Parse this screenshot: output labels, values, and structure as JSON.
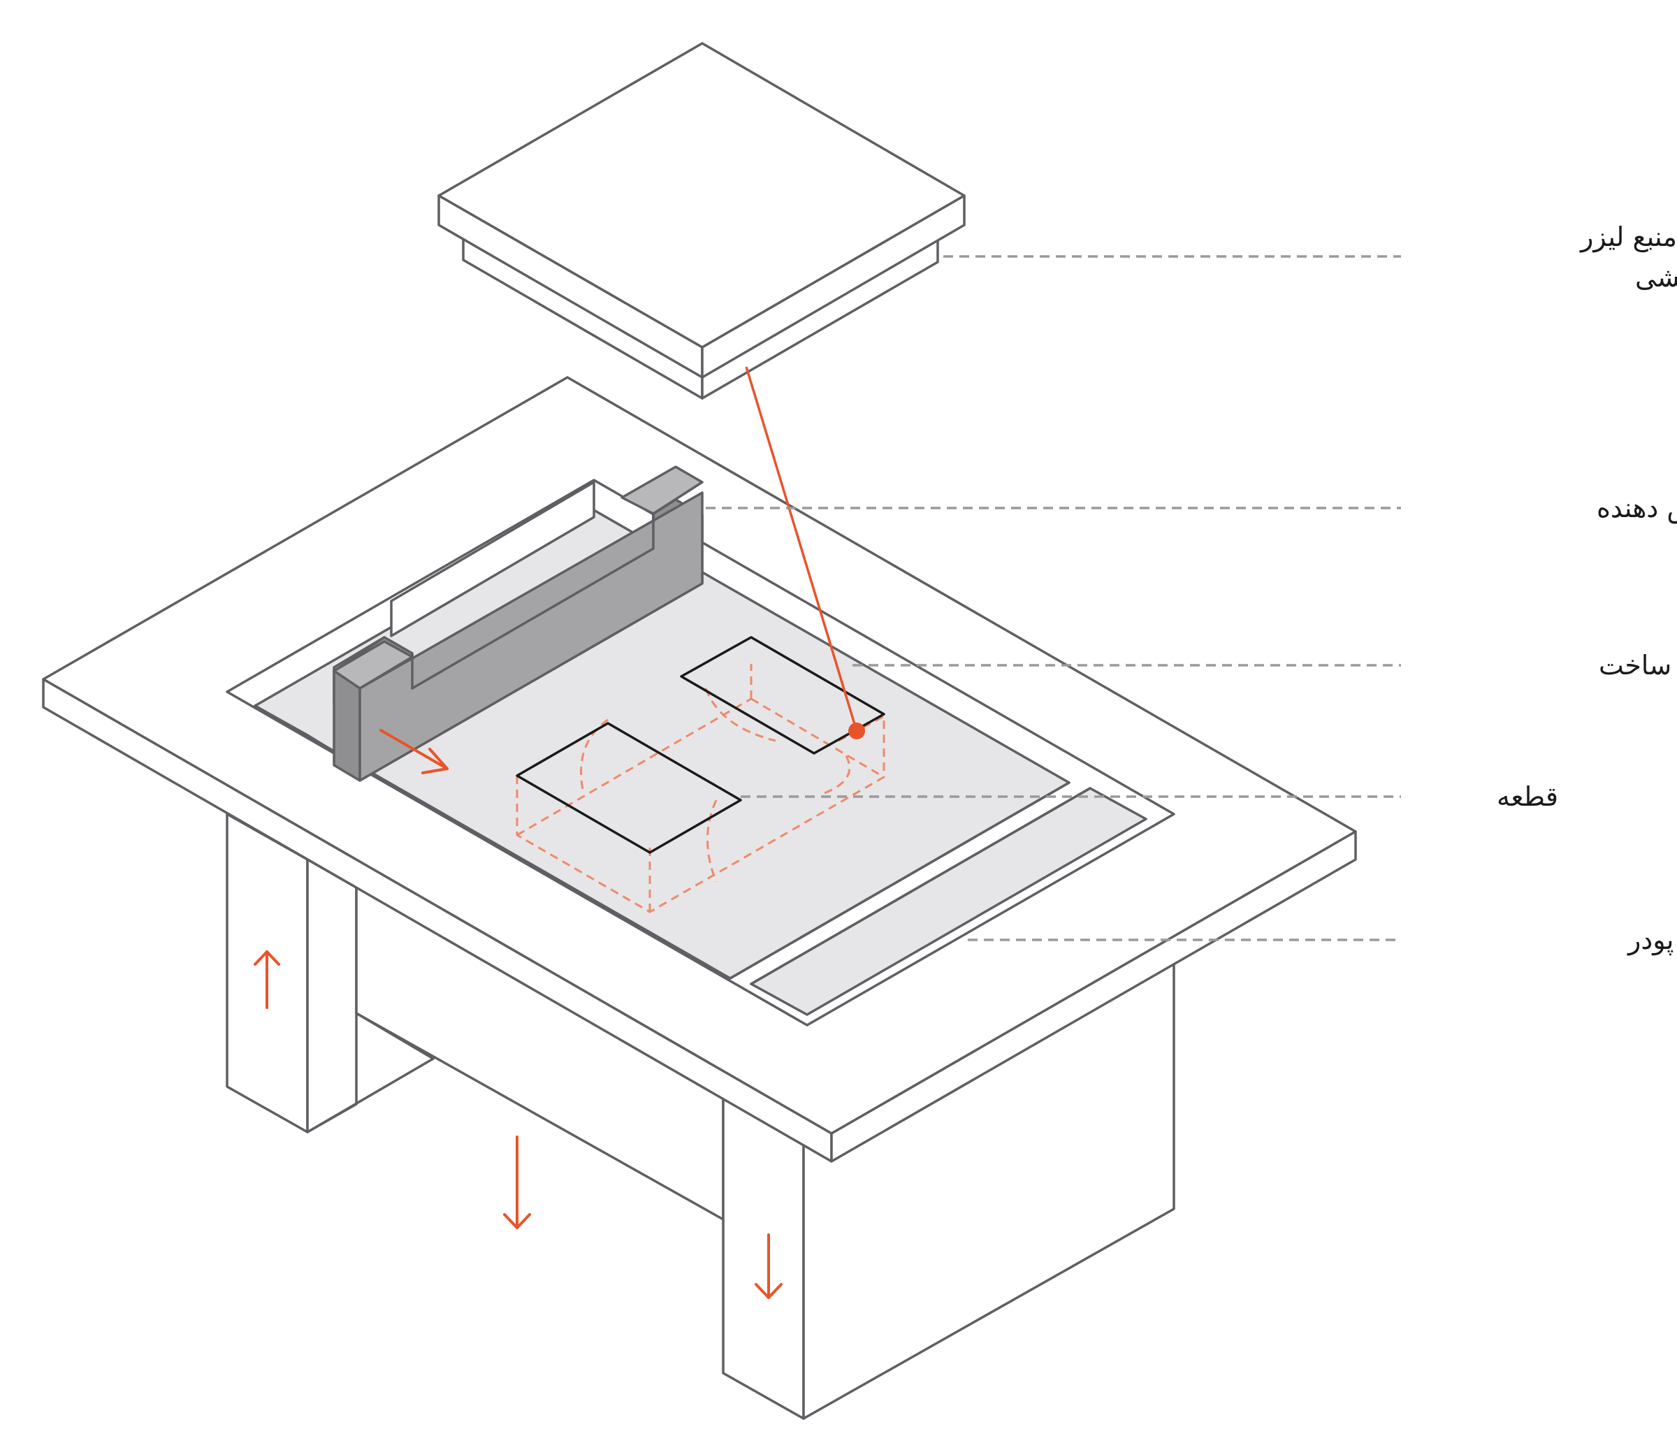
{
  "labels": {
    "laser_line1": "منبع لیزر",
    "laser_line2": "وسیستم گرمایشی",
    "roller": "پوشش دهنده",
    "build_platform": "پلتفرم ساخت",
    "part": "قطعه",
    "overflow": "جایگاه سرریز پودر"
  },
  "colors": {
    "accent": "#e8542a",
    "outline": "#5f5f63",
    "leader": "#9a9a9a",
    "powder_bed": "#e6e6e8",
    "roller": "#a4a4a7",
    "hidden_lines": "#ef8a6a"
  }
}
